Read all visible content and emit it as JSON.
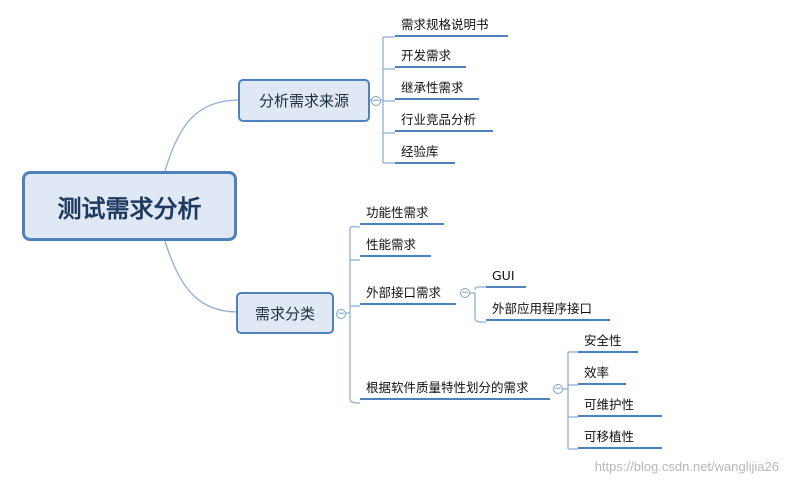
{
  "root": {
    "label": "测试需求分析"
  },
  "branches": [
    {
      "label": "分析需求来源",
      "children": [
        "需求规格说明书",
        "开发需求",
        "继承性需求",
        "行业竞品分析",
        "经验库"
      ]
    },
    {
      "label": "需求分类",
      "children": [
        {
          "label": "功能性需求"
        },
        {
          "label": "性能需求"
        },
        {
          "label": "外部接口需求",
          "children": [
            "GUI",
            "外部应用程序接口"
          ]
        },
        {
          "label": "根据软件质量特性划分的需求",
          "children": [
            "安全性",
            "效率",
            "可维护性",
            "可移植性"
          ]
        }
      ]
    }
  ],
  "toggle_symbol": "−",
  "watermark": "https://blog.csdn.net/wanglijia26"
}
